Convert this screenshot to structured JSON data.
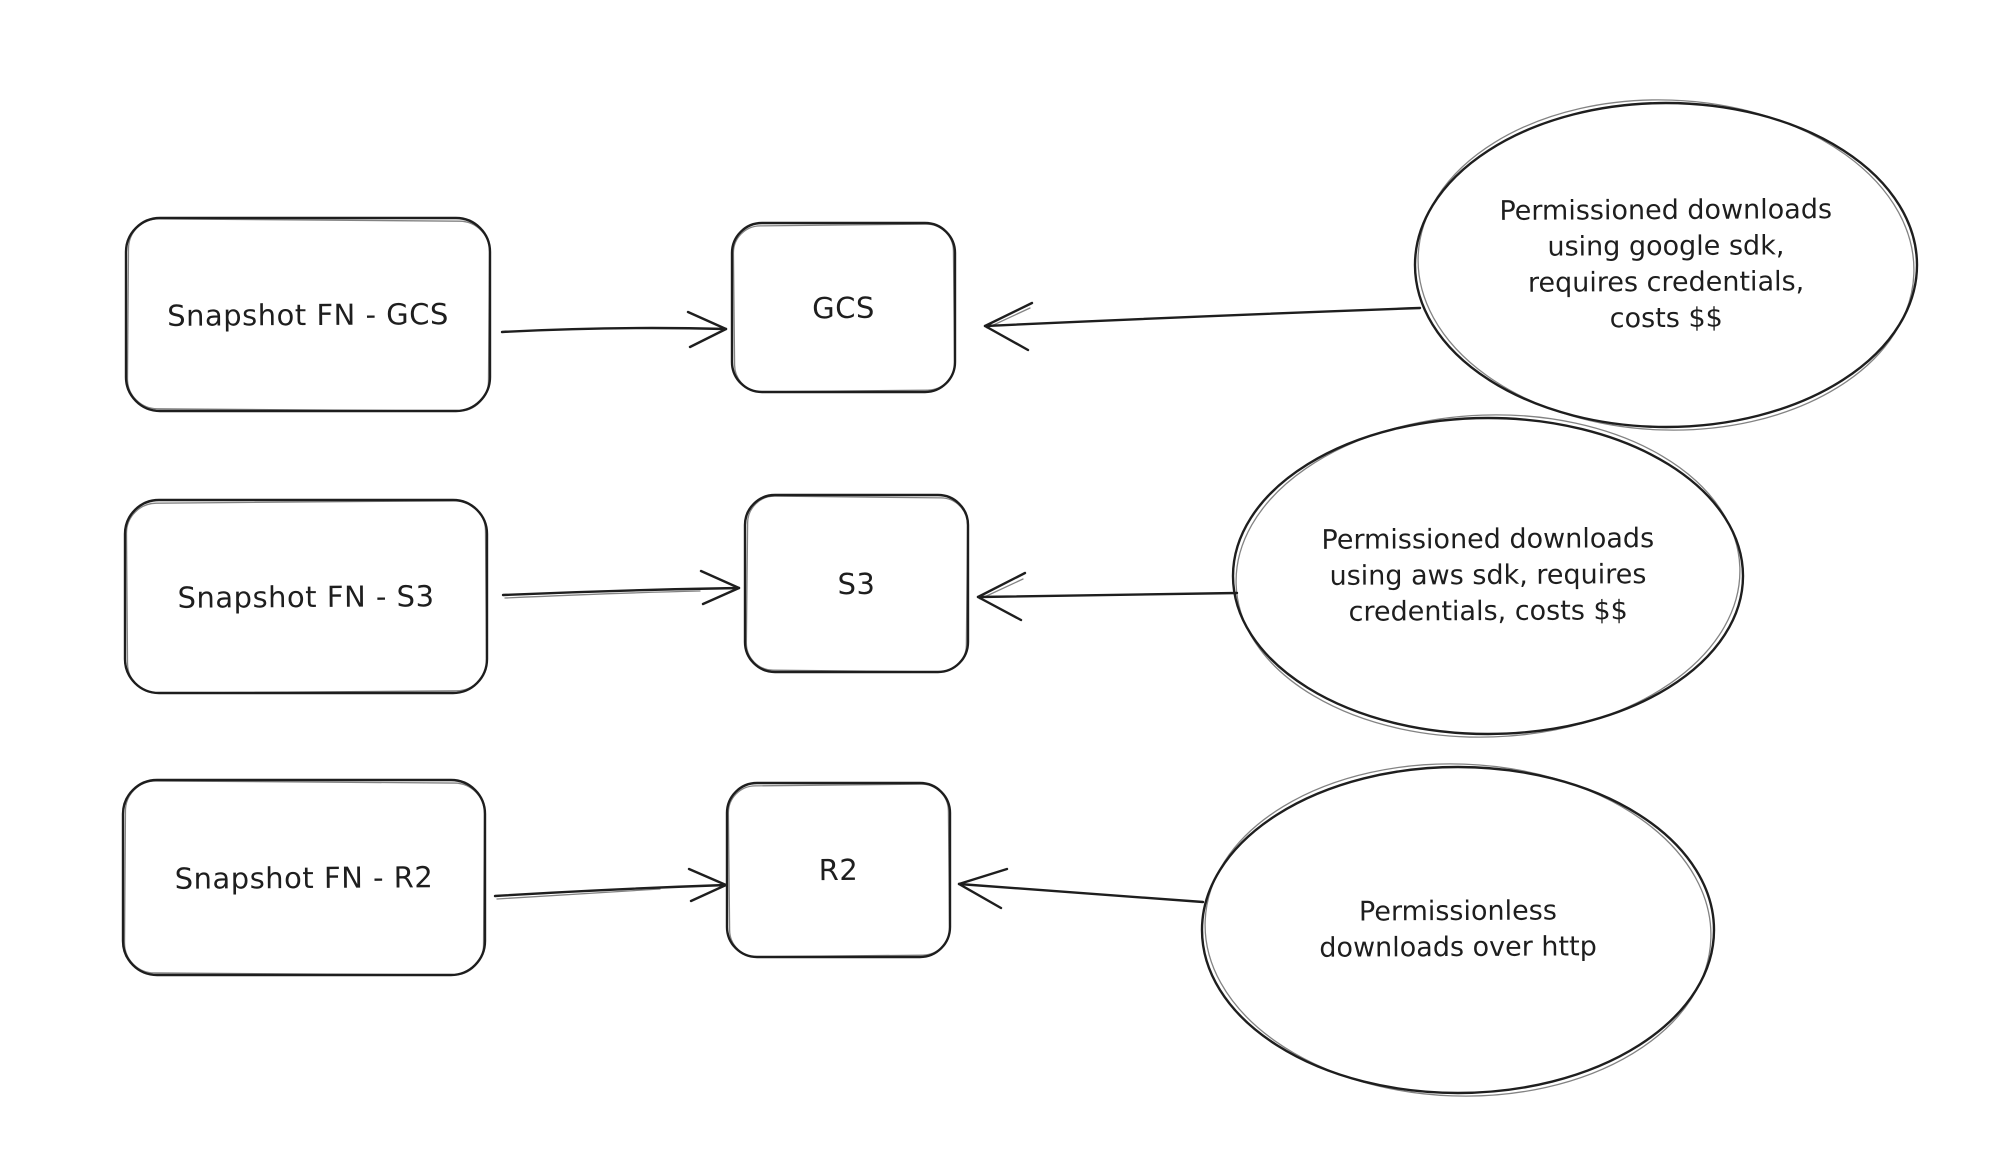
{
  "diagram": {
    "background_color": "#ffffff",
    "stroke_color": "#1e1e1e",
    "rows": [
      {
        "source_label": "Snapshot FN - GCS",
        "target_label": "GCS",
        "note_label": "Permissioned downloads\nusing google sdk,\nrequires credentials,\ncosts $$"
      },
      {
        "source_label": "Snapshot FN - S3",
        "target_label": "S3",
        "note_label": "Permissioned downloads\nusing aws sdk, requires\ncredentials, costs $$"
      },
      {
        "source_label": "Snapshot FN - R2",
        "target_label": "R2",
        "note_label": "Permissionless\ndownloads over http"
      }
    ]
  }
}
